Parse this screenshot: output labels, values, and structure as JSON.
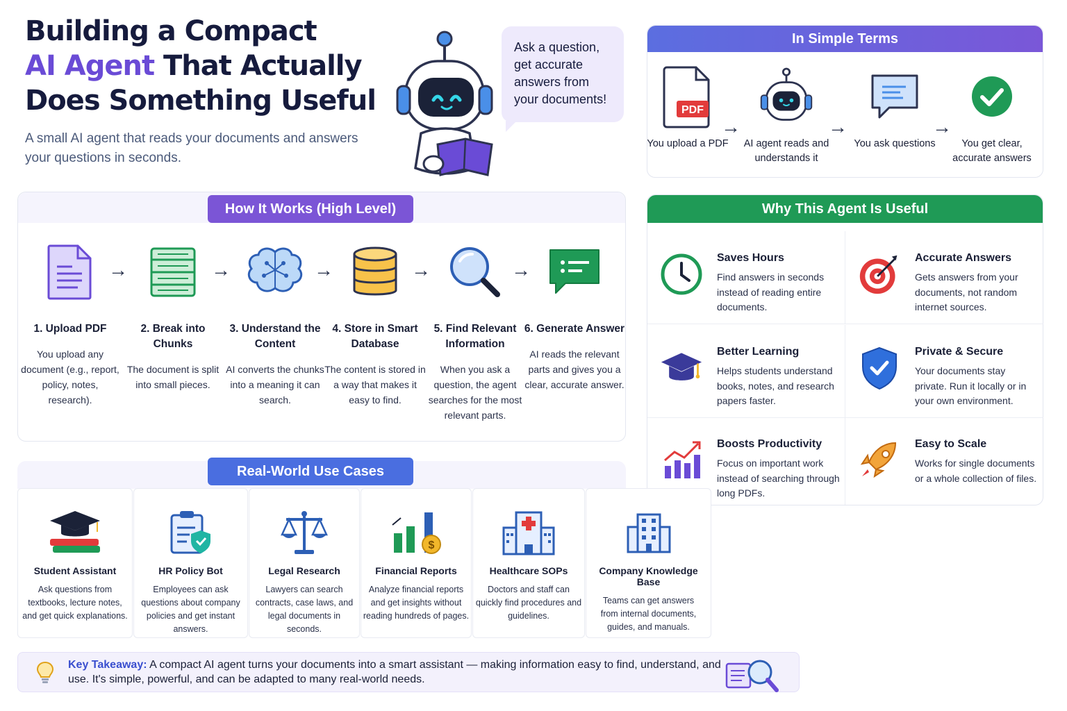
{
  "header": {
    "title_line1": "Building a Compact",
    "title_line2_accent": "AI Agent",
    "title_line2_rest": " That Actually",
    "title_line3": "Does Something Useful",
    "subtitle": "A small AI agent that reads your documents and answers your questions in seconds.",
    "speech_bubble": "Ask a question, get accurate answers from your documents!"
  },
  "simple_terms": {
    "heading": "In Simple Terms",
    "pdf_badge": "PDF",
    "steps": [
      {
        "label": "You upload a PDF",
        "icon": "pdf-file-icon"
      },
      {
        "label": "AI agent reads and understands it",
        "icon": "robot-icon"
      },
      {
        "label": "You ask questions",
        "icon": "chat-bubble-icon"
      },
      {
        "label": "You get clear, accurate answers",
        "icon": "checkmark-icon"
      }
    ],
    "arrow": "→"
  },
  "how_it_works": {
    "heading": "How It Works (High Level)",
    "arrow": "→",
    "steps": [
      {
        "title": "1. Upload PDF",
        "desc": "You upload any document (e.g., report, policy, notes, research).",
        "icon": "document-icon"
      },
      {
        "title": "2. Break into Chunks",
        "desc": "The document is split into small pieces.",
        "icon": "chunks-icon"
      },
      {
        "title": "3. Understand the Content",
        "desc": "AI converts the chunks into a meaning it can search.",
        "icon": "brain-icon"
      },
      {
        "title": "4. Store in Smart Database",
        "desc": "The content is stored in a way that makes it easy to find.",
        "icon": "database-icon"
      },
      {
        "title": "5. Find Relevant Information",
        "desc": "When you ask a question, the agent searches for the most relevant parts.",
        "icon": "magnifier-icon"
      },
      {
        "title": "6. Generate Answer",
        "desc": "AI reads the relevant parts and gives you a clear, accurate answer.",
        "icon": "answer-bubble-icon"
      }
    ]
  },
  "why_useful": {
    "heading": "Why This Agent Is Useful",
    "items": [
      {
        "title": "Saves Hours",
        "desc": "Find answers in seconds instead of reading entire documents.",
        "icon": "clock-icon"
      },
      {
        "title": "Accurate Answers",
        "desc": "Gets answers from your documents, not random internet sources.",
        "icon": "target-icon"
      },
      {
        "title": "Better Learning",
        "desc": "Helps students understand books, notes, and research papers faster.",
        "icon": "graduation-cap-icon"
      },
      {
        "title": "Private & Secure",
        "desc": "Your documents stay private. Run it locally or in your own environment.",
        "icon": "shield-icon"
      },
      {
        "title": "Boosts Productivity",
        "desc": "Focus on important work instead of searching through long PDFs.",
        "icon": "growth-chart-icon"
      },
      {
        "title": "Easy to Scale",
        "desc": "Works for single documents or a whole collection of files.",
        "icon": "rocket-icon"
      }
    ]
  },
  "use_cases": {
    "heading": "Real-World Use Cases",
    "items": [
      {
        "title": "Student Assistant",
        "desc": "Ask questions from textbooks, lecture notes, and get quick explanations.",
        "icon": "student-books-icon"
      },
      {
        "title": "HR Policy Bot",
        "desc": "Employees can ask questions about company policies and get instant answers.",
        "icon": "clipboard-shield-icon"
      },
      {
        "title": "Legal Research",
        "desc": "Lawyers can search contracts, case laws, and legal documents in seconds.",
        "icon": "scales-icon"
      },
      {
        "title": "Financial Reports",
        "desc": "Analyze financial reports and get insights without reading hundreds of pages.",
        "icon": "finance-chart-icon"
      },
      {
        "title": "Healthcare SOPs",
        "desc": "Doctors and staff can quickly find procedures and guidelines.",
        "icon": "hospital-icon"
      },
      {
        "title": "Company Knowledge Base",
        "desc": "Teams can get answers from internal documents, guides, and manuals.",
        "icon": "office-building-icon"
      }
    ]
  },
  "takeaway": {
    "label": "Key Takeaway:",
    "text": " A compact AI agent turns your documents into a smart assistant — making information easy to find, understand, and use. It's simple, powerful, and can be adapted to many real-world needs."
  },
  "colors": {
    "accent_purple": "#6a4bd6",
    "how_pill": "#7b55d6",
    "why_header": "#1f9a56",
    "use_pill": "#4a6ee0",
    "check_green": "#1f9a56"
  }
}
